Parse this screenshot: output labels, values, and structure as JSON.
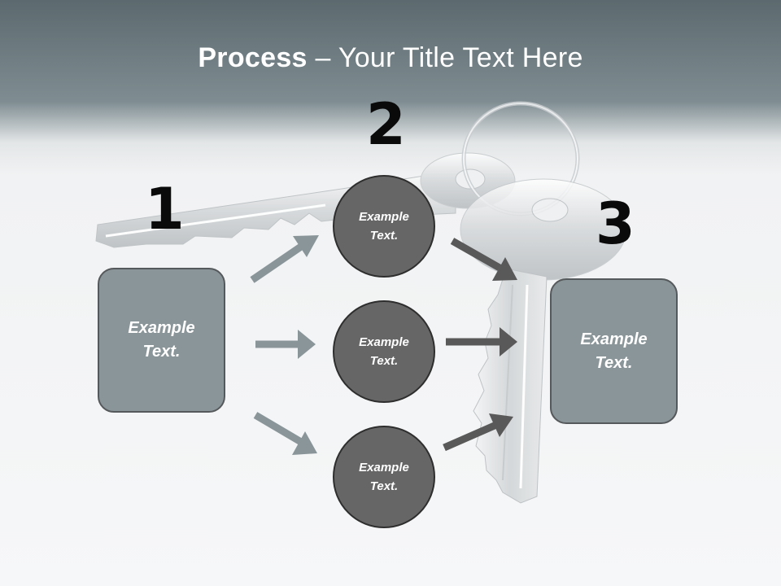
{
  "title": {
    "bold": "Process",
    "rest": " – Your Title Text Here"
  },
  "steps": [
    {
      "number": "1",
      "label": "Example Text."
    },
    {
      "number": "2"
    },
    {
      "number": "3",
      "label": "Example Text."
    }
  ],
  "nodes": [
    {
      "label": "Example Text."
    },
    {
      "label": "Example Text."
    },
    {
      "label": "Example Text."
    }
  ],
  "colors": {
    "header": "#7f8d92",
    "box_fill": "#8a959a",
    "circle_fill": "#666666",
    "arrow_light": "#8a959a",
    "arrow_dark": "#595959"
  },
  "background_image": "keys-icon"
}
